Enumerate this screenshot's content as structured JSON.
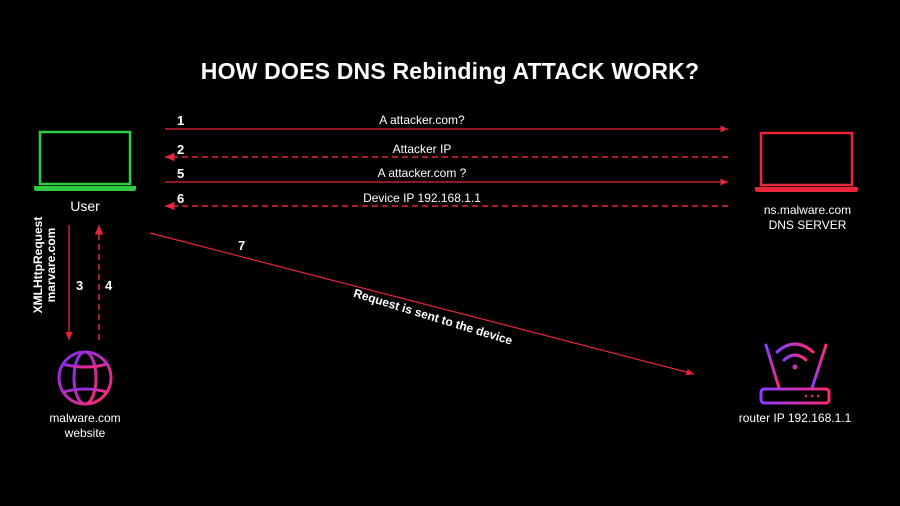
{
  "title": "HOW DOES DNS Rebinding ATTACK WORK?",
  "colors": {
    "background": "#000000",
    "user_laptop": "#2ecc40",
    "dns_laptop": "#e8253a",
    "arrows": "#e8253a",
    "globe_gradient": [
      "#7b2ff7",
      "#ff2a6d"
    ],
    "router_gradient": [
      "#7b2ff7",
      "#ff2a6d"
    ]
  },
  "nodes": {
    "user": {
      "label": "User",
      "icon": "laptop-icon"
    },
    "dns_server": {
      "label_line1": "ns.malware.com",
      "label_line2": "DNS SERVER",
      "icon": "laptop-icon"
    },
    "website": {
      "label_line1": "malware.com",
      "label_line2": "website",
      "icon": "globe-icon"
    },
    "router": {
      "label": "router IP 192.168.1.1",
      "icon": "wifi-router-icon"
    }
  },
  "steps": [
    {
      "number": "1",
      "label": "A attacker.com?",
      "style": "solid",
      "direction": "to-dns"
    },
    {
      "number": "2",
      "label": "Attacker IP",
      "style": "dashed",
      "direction": "to-user"
    },
    {
      "number": "5",
      "label": "A attacker.com ?",
      "style": "solid",
      "direction": "to-user"
    },
    {
      "number": "6",
      "label": "Device IP 192.168.1.1",
      "style": "dashed",
      "direction": "to-user"
    },
    {
      "number": "3",
      "label_line1": "XMLHttpRequest",
      "label_line2": "marvare.com",
      "style": "solid",
      "direction": "to-website"
    },
    {
      "number": "4",
      "style": "dashed",
      "direction": "to-user"
    },
    {
      "number": "7",
      "label": "Request is sent to the device",
      "style": "solid",
      "direction": "to-router"
    }
  ]
}
